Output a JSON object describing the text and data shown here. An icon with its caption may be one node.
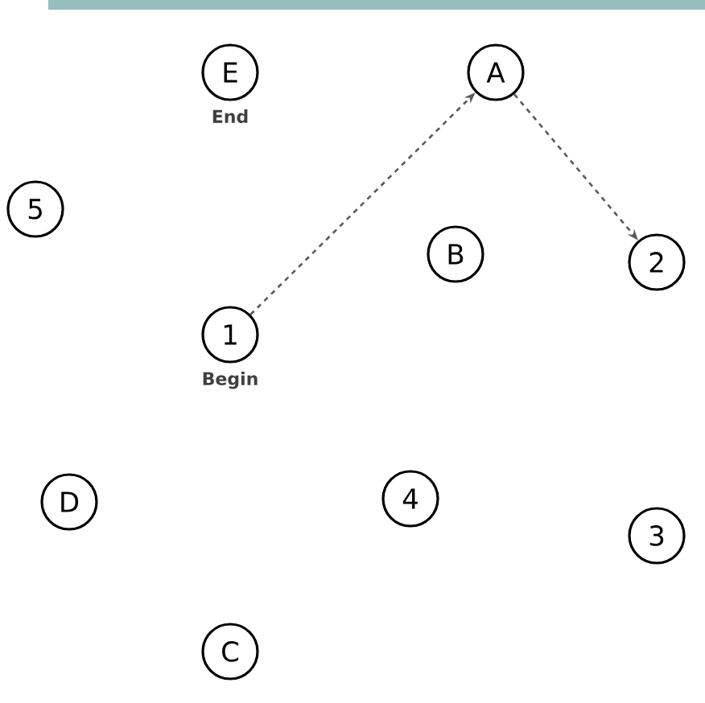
{
  "diagram": {
    "nodes": [
      {
        "text": [
          "E"
        ],
        "beside": [
          "End"
        ]
      },
      {
        "text": [
          "A"
        ]
      },
      {
        "text": [
          "5"
        ]
      },
      {
        "text": [
          "B"
        ]
      },
      {
        "text": [
          "2"
        ]
      },
      {
        "text": [
          "1"
        ],
        "beside": [
          "Begin"
        ]
      },
      {
        "text": [
          "D"
        ]
      },
      {
        "text": [
          "4"
        ]
      },
      {
        "text": [
          "3"
        ]
      },
      {
        "text": [
          "C"
        ]
      }
    ],
    "edges": [
      {
        "from": 5,
        "to": 1,
        "arrow": "to",
        "style": "dashed"
      },
      {
        "from": 1,
        "to": 4,
        "arrow": "to",
        "style": "dashed"
      }
    ]
  }
}
